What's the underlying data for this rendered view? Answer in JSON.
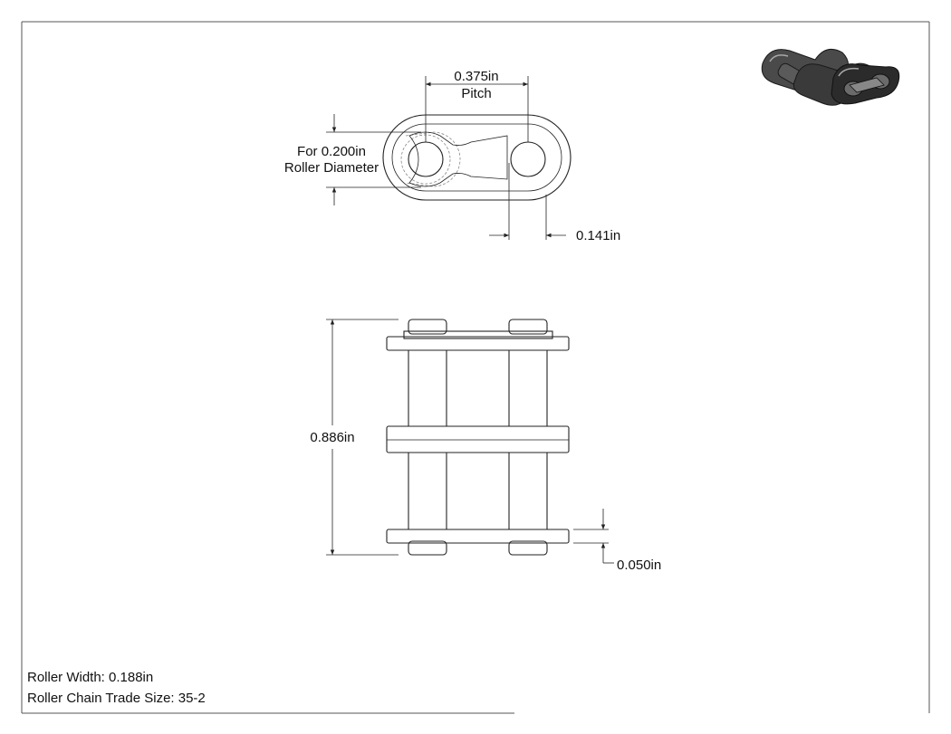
{
  "dimensions": {
    "pitch_value": "0.375in",
    "pitch_label": "Pitch",
    "roller_note_line1": "For 0.200in",
    "roller_note_line2": "Roller Diameter",
    "plate_offset": "0.141in",
    "overall_width": "0.886in",
    "plate_thickness": "0.050in"
  },
  "notes": {
    "roller_width": "Roller Width: 0.188in",
    "trade_size": "Roller Chain Trade Size: 35-2"
  },
  "colors": {
    "line": "#222222",
    "frame": "#555555",
    "iso_dark": "#2b2b2b",
    "iso_mid": "#6a6a6a",
    "iso_light": "#a8a8a8"
  }
}
